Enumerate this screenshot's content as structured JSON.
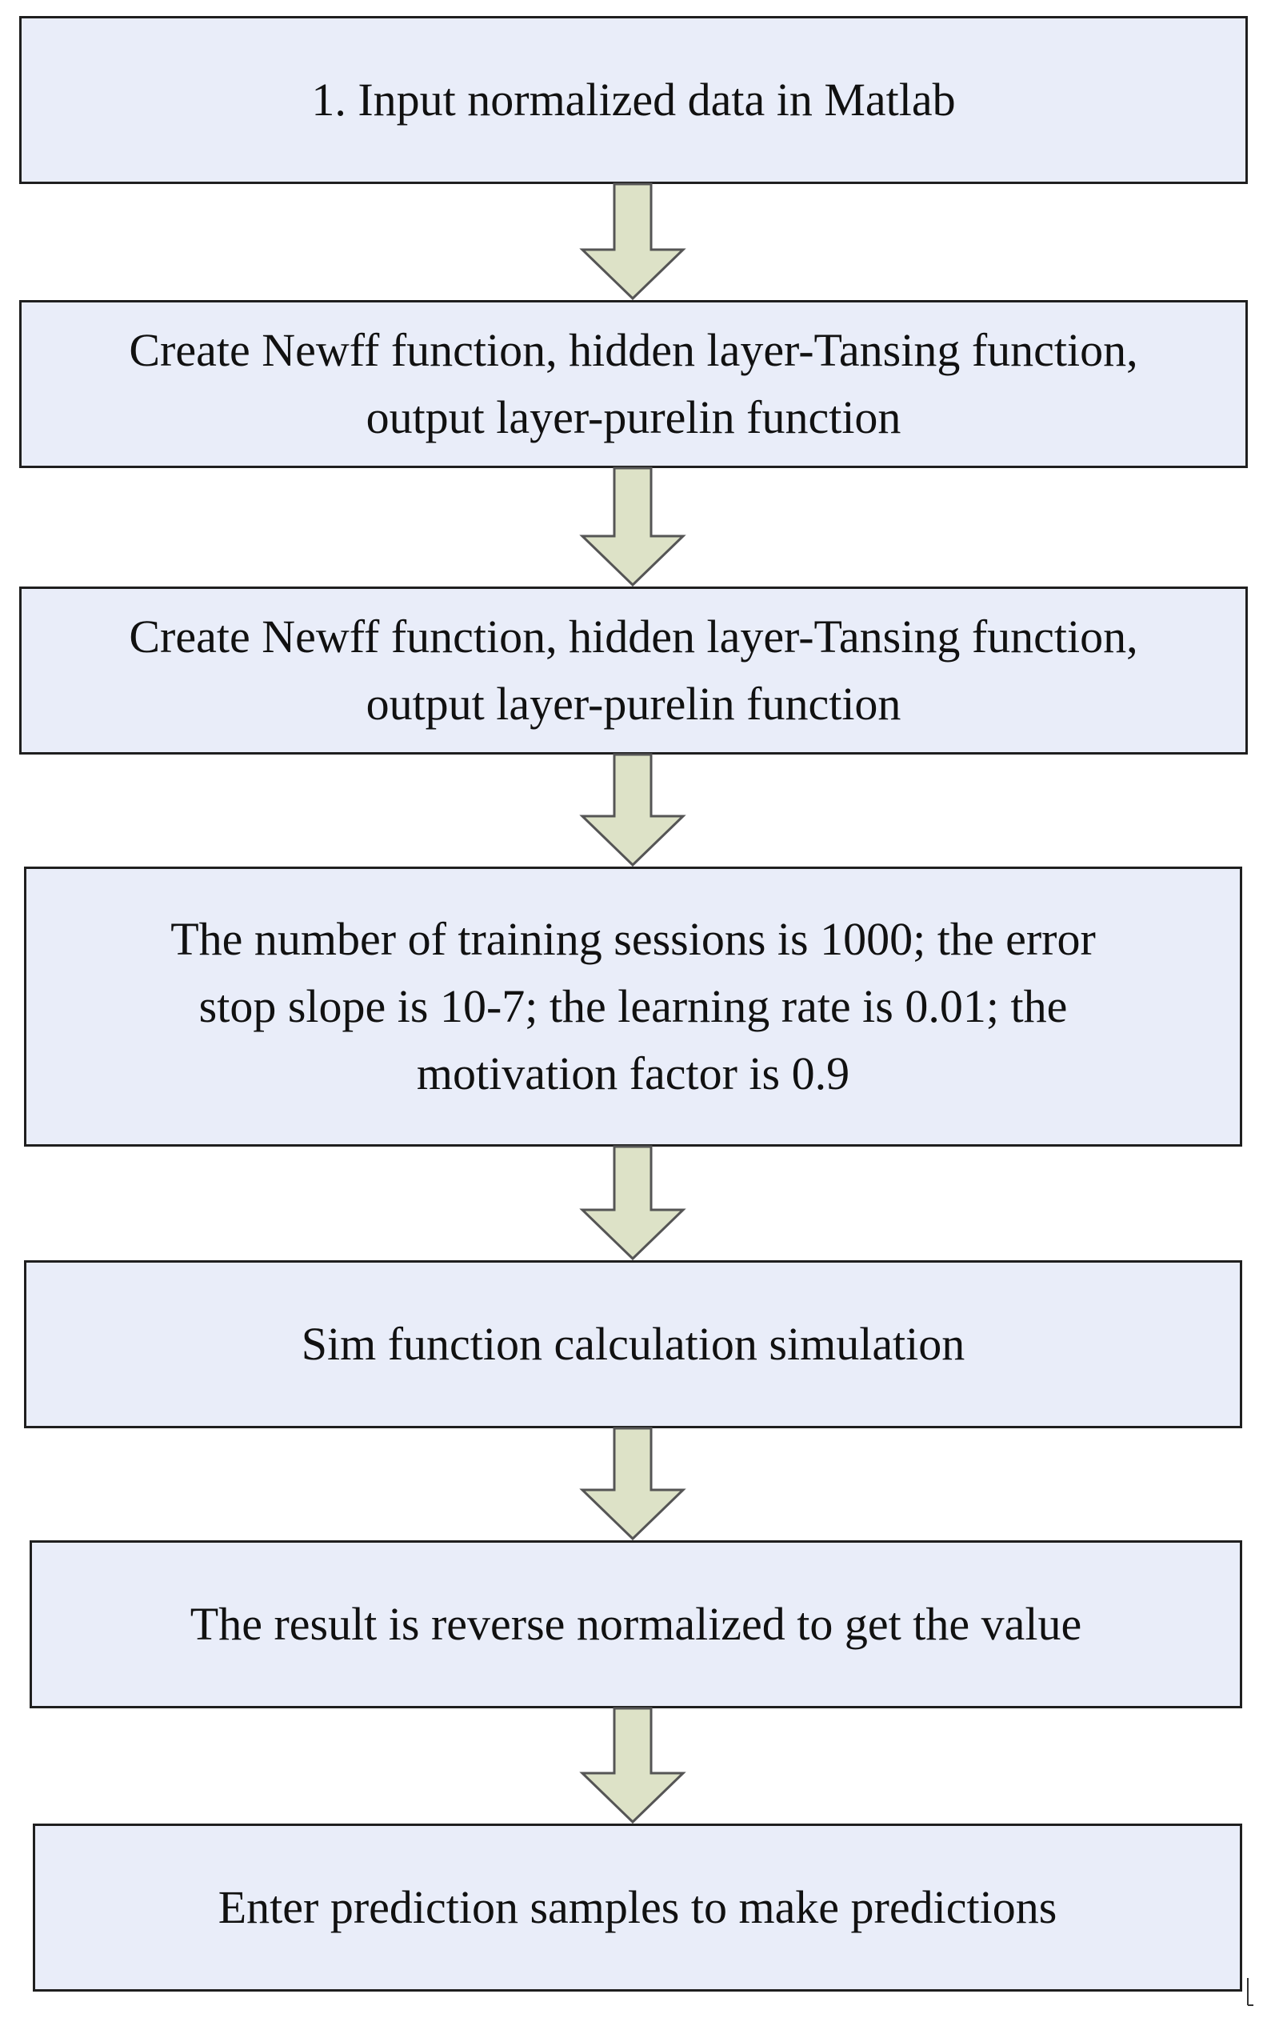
{
  "flowchart": {
    "steps": [
      {
        "label": "1. Input normalized data in Matlab"
      },
      {
        "label": "Create Newff function, hidden layer-Tansing function,\noutput layer-purelin function"
      },
      {
        "label": "Create Newff function, hidden layer-Tansing function,\noutput layer-purelin function"
      },
      {
        "label": "The number of training sessions is 1000; the error\nstop slope is 10-7; the learning rate is 0.01; the\nmotivation factor is 0.9"
      },
      {
        "label": "Sim function calculation simulation"
      },
      {
        "label": "The result is reverse normalized to get the value"
      },
      {
        "label": "Enter prediction samples to make predictions"
      }
    ],
    "colors": {
      "box_fill": "#e9edf9",
      "box_border": "#1f1f1f",
      "arrow_fill": "#dde2c7",
      "arrow_stroke": "#555555",
      "text": "#111111"
    }
  }
}
